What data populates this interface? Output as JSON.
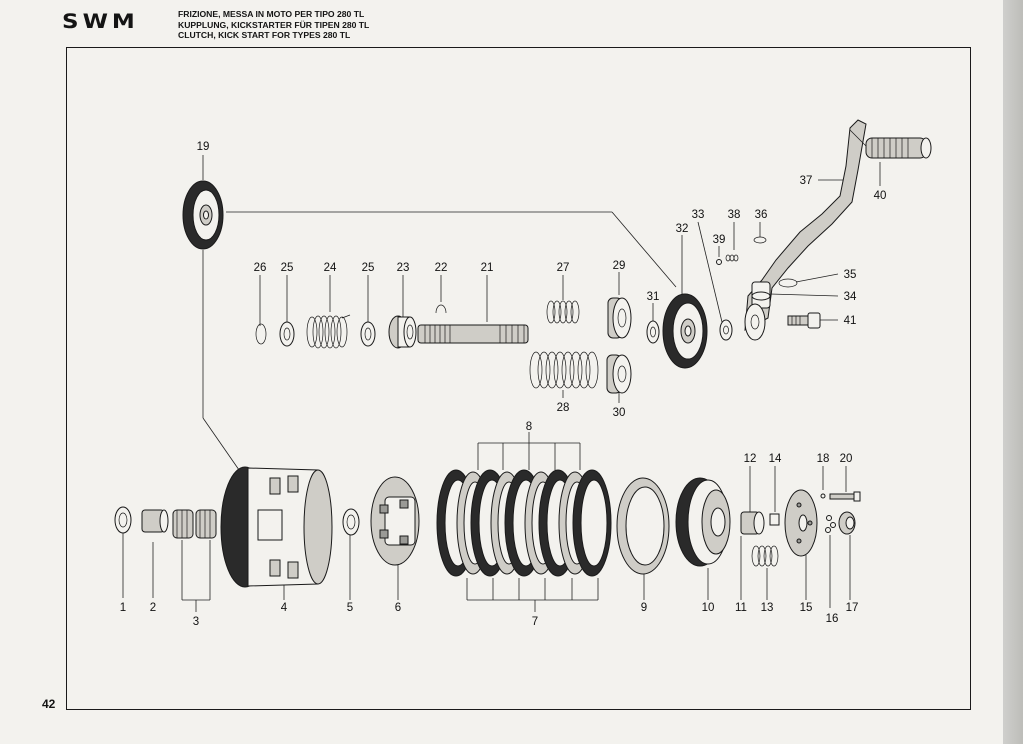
{
  "header": {
    "logo_text": "SWM",
    "title_lines": [
      "FRIZIONE, MESSA IN MOTO PER TIPO 280 TL",
      "KUPPLUNG, KICKSTARTER FÜR TIPEN 280 TL",
      "CLUTCH, KICK START FOR TYPES 280 TL"
    ]
  },
  "page_number": "42",
  "callouts": [
    "1",
    "2",
    "3",
    "4",
    "5",
    "6",
    "7",
    "8",
    "9",
    "10",
    "11",
    "12",
    "13",
    "14",
    "15",
    "16",
    "17",
    "18",
    "19",
    "20",
    "21",
    "22",
    "23",
    "24",
    "25",
    "25",
    "26",
    "27",
    "28",
    "29",
    "30",
    "31",
    "32",
    "33",
    "34",
    "35",
    "36",
    "37",
    "38",
    "39",
    "40",
    "41"
  ]
}
